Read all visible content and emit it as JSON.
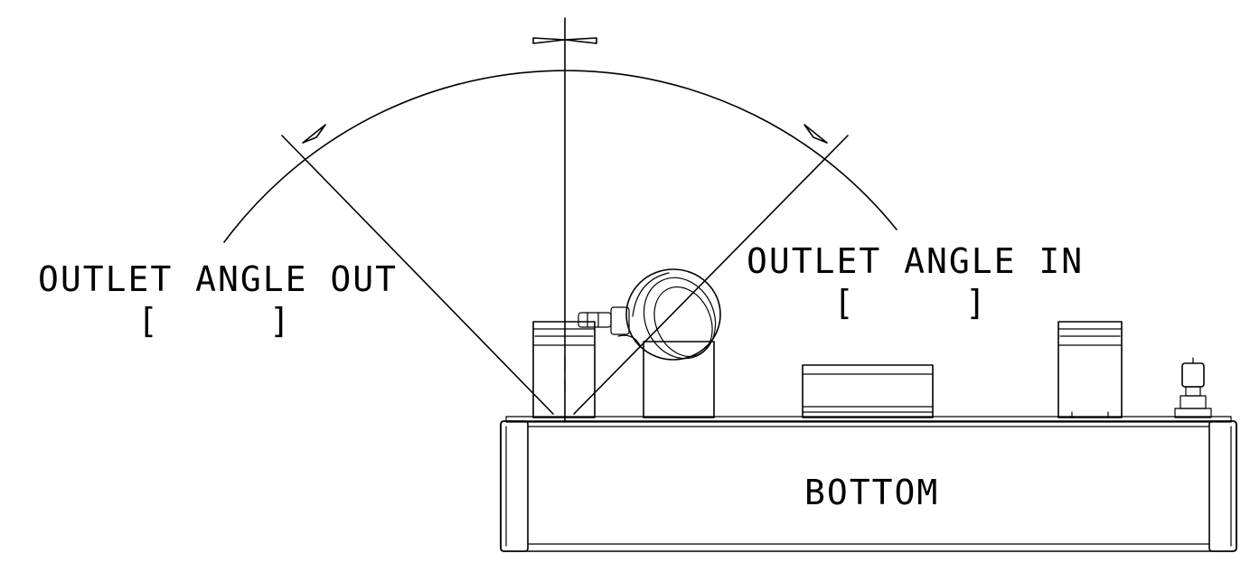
{
  "drawing": {
    "labels": {
      "outlet_out_title": "OUTLET ANGLE OUT",
      "outlet_out_value": "[ ]",
      "outlet_in_title": "OUTLET ANGLE IN",
      "outlet_in_value": "[ ]",
      "tank_side": "BOTTOM"
    },
    "bracket_open": "[",
    "bracket_close": "]",
    "stroke_color": "#000000",
    "background_color": "#ffffff"
  }
}
